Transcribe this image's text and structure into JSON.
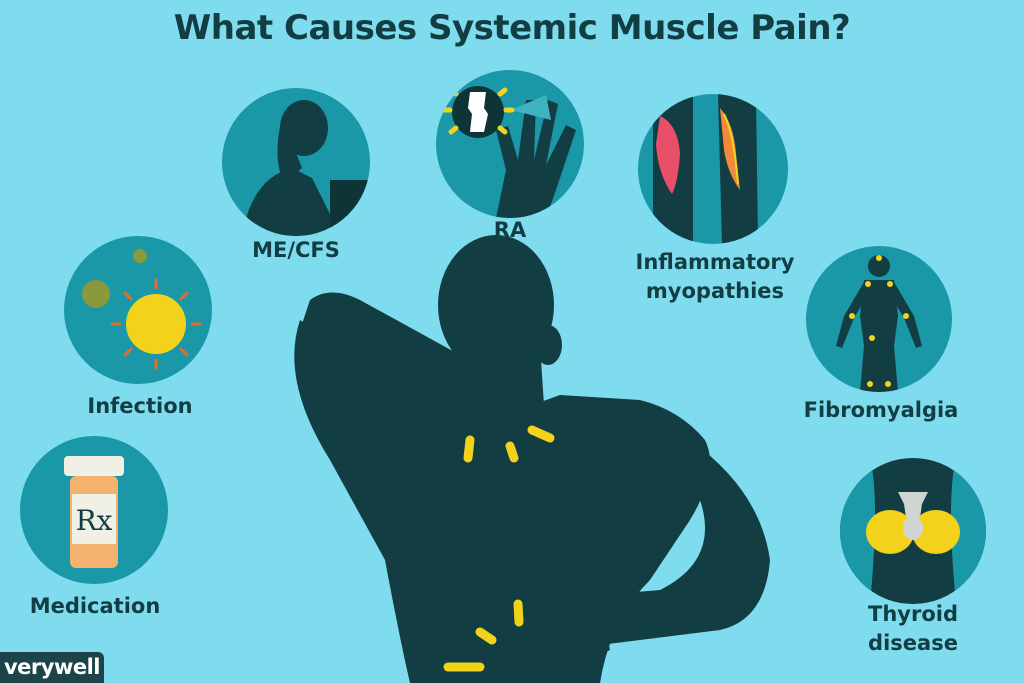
{
  "title": "What Causes Systemic Muscle Pain?",
  "causes": {
    "me_cfs": "ME/CFS",
    "ra": "RA",
    "inflammatory_line1": "Inflammatory",
    "inflammatory_line2": "myopathies",
    "infection": "Infection",
    "fibromyalgia": "Fibromyalgia",
    "medication": "Medication",
    "thyroid_line1": "Thyroid",
    "thyroid_line2": "disease"
  },
  "bottle_label": "Rx",
  "brand": "verywell",
  "colors": {
    "background": "#7fdcee",
    "circle": "#1a98a8",
    "silhouette": "#123d43",
    "pain_marks": "#f2d21b",
    "text": "#123d43"
  }
}
